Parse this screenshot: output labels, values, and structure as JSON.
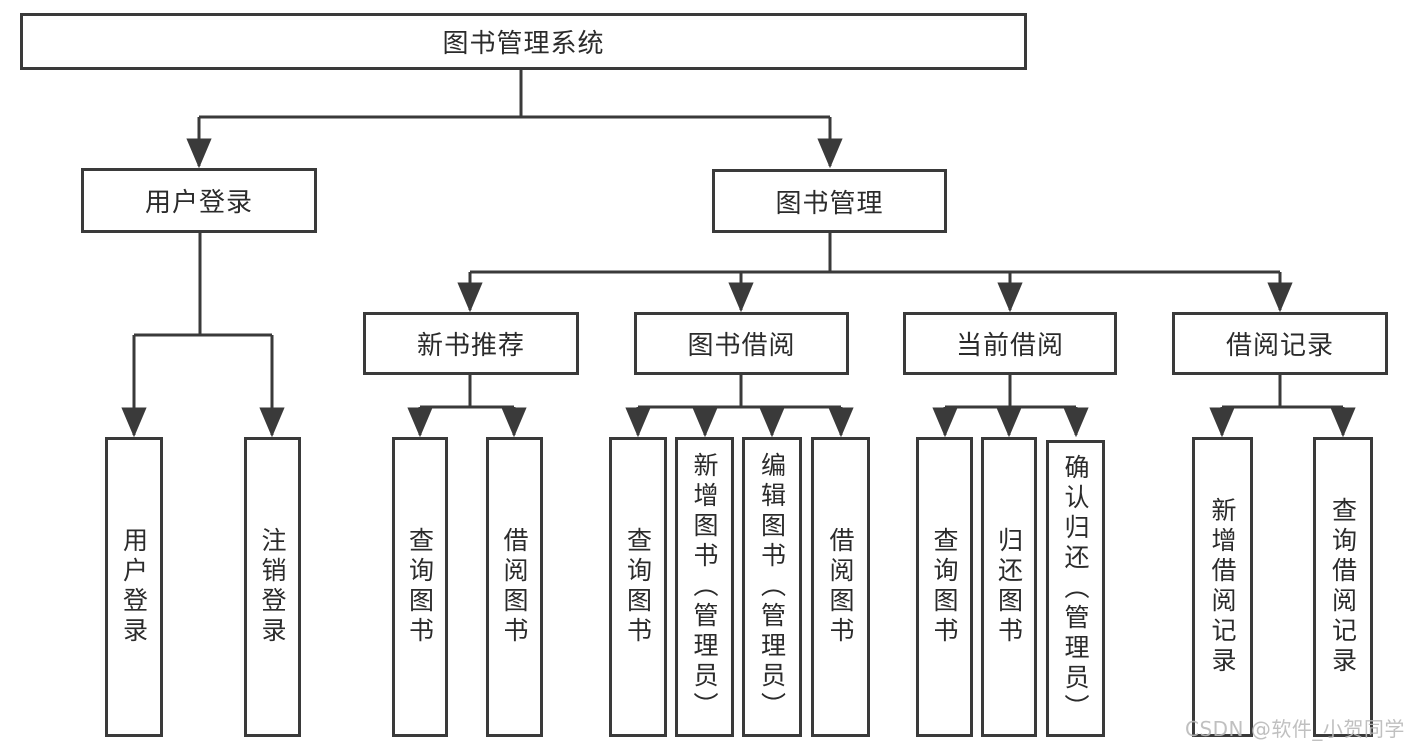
{
  "diagram": {
    "type": "hierarchy-flowchart",
    "colors": {
      "line": "#3a3a3a",
      "box_border": "#3a3a3a",
      "box_fill": "#ffffff",
      "text": "#2b2b2b",
      "background": "#ffffff",
      "watermark": "#bdbdbd"
    },
    "tree": {
      "root": {
        "label": "图书管理系统",
        "children": [
          {
            "label": "用户登录",
            "children": [
              {
                "label": "用户登录"
              },
              {
                "label": "注销登录"
              }
            ]
          },
          {
            "label": "图书管理",
            "children": [
              {
                "label": "新书推荐",
                "children": [
                  {
                    "label": "查询图书"
                  },
                  {
                    "label": "借阅图书"
                  }
                ]
              },
              {
                "label": "图书借阅",
                "children": [
                  {
                    "label": "查询图书"
                  },
                  {
                    "label": "新增图书（管理员）"
                  },
                  {
                    "label": "编辑图书（管理员）"
                  },
                  {
                    "label": "借阅图书"
                  }
                ]
              },
              {
                "label": "当前借阅",
                "children": [
                  {
                    "label": "查询图书"
                  },
                  {
                    "label": "归还图书"
                  },
                  {
                    "label": "确认归还（管理员）"
                  }
                ]
              },
              {
                "label": "借阅记录",
                "children": [
                  {
                    "label": "新增借阅记录"
                  },
                  {
                    "label": "查询借阅记录"
                  }
                ]
              }
            ]
          }
        ]
      }
    },
    "watermark": {
      "text": "CSDN @软件_小贺同学"
    }
  }
}
